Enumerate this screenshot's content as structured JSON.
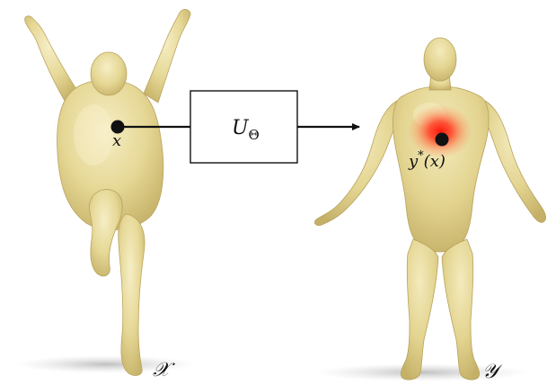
{
  "figure": {
    "operator_label": "U",
    "operator_subscript": "Θ",
    "source_point_label": "x",
    "target_point_label_base": "y",
    "target_point_label_sup": "*",
    "target_point_label_arg": "(x)",
    "source_shape_label": "𝒳",
    "target_shape_label": "𝒴"
  },
  "colors": {
    "skin": "#e6d896",
    "skin_shadow": "#c8b46a",
    "skin_highlight": "#f4ebbd",
    "heat": "#ff2a1a",
    "line": "#111111",
    "ground_shadow": "#c9c9c9"
  }
}
